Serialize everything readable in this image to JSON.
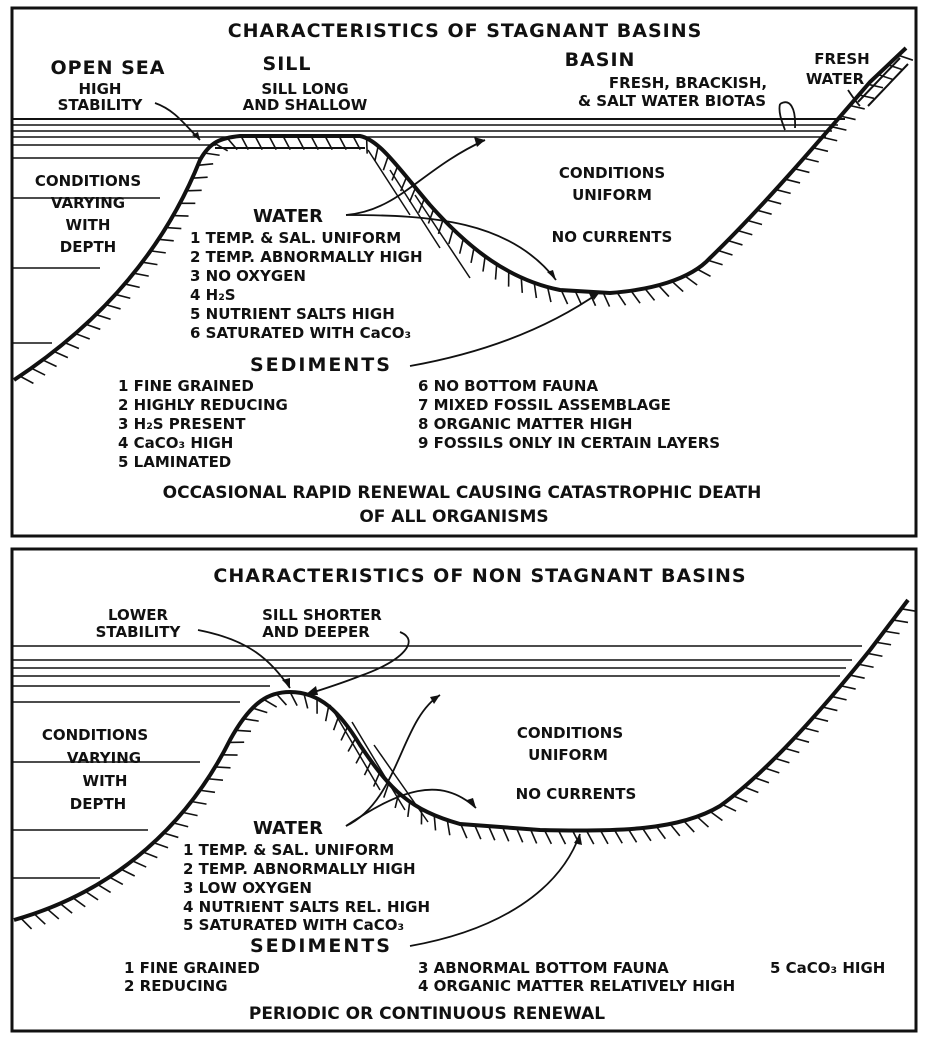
{
  "top": {
    "title": "CHARACTERISTICS OF STAGNANT BASINS",
    "heading_open_sea": "OPEN SEA",
    "heading_sill": "SILL",
    "heading_basin": "BASIN",
    "label_fresh_water": [
      "FRESH",
      "WATER"
    ],
    "label_high_stability": [
      "HIGH",
      "STABILITY"
    ],
    "label_sill_long": [
      "SILL LONG",
      "AND SHALLOW"
    ],
    "label_biotas": [
      "FRESH, BRACKISH,",
      "& SALT WATER BIOTAS"
    ],
    "label_conditions_varying": [
      "CONDITIONS",
      "VARYING",
      "WITH",
      "DEPTH"
    ],
    "label_conditions_uniform": [
      "CONDITIONS",
      "UNIFORM"
    ],
    "label_no_currents": "NO CURRENTS",
    "water_heading": "WATER",
    "water_items": [
      "1 TEMP. & SAL. UNIFORM",
      "2 TEMP. ABNORMALLY HIGH",
      "3 NO OXYGEN",
      "4 H₂S",
      "5 NUTRIENT SALTS HIGH",
      "6 SATURATED WITH CaCO₃"
    ],
    "sediments_heading": "SEDIMENTS",
    "sediments_col1": [
      "1 FINE GRAINED",
      "2 HIGHLY REDUCING",
      "3 H₂S PRESENT",
      "4 CaCO₃ HIGH",
      "5 LAMINATED"
    ],
    "sediments_col2": [
      "6 NO BOTTOM FAUNA",
      "7 MIXED FOSSIL ASSEMBLAGE",
      "8 ORGANIC MATTER HIGH",
      "9 FOSSILS ONLY IN CERTAIN LAYERS"
    ],
    "footer": [
      "OCCASIONAL RAPID RENEWAL CAUSING CATASTROPHIC DEATH",
      "OF ALL ORGANISMS"
    ]
  },
  "bottom": {
    "title": "CHARACTERISTICS OF NON STAGNANT BASINS",
    "label_lower_stability": [
      "LOWER",
      "STABILITY"
    ],
    "label_sill_shorter": [
      "SILL SHORTER",
      "AND DEEPER"
    ],
    "label_conditions_varying": [
      "CONDITIONS",
      "VARYING",
      "WITH",
      "DEPTH"
    ],
    "label_conditions_uniform": [
      "CONDITIONS",
      "UNIFORM"
    ],
    "label_no_currents": "NO CURRENTS",
    "water_heading": "WATER",
    "water_items": [
      "1 TEMP. & SAL. UNIFORM",
      "2 TEMP. ABNORMALLY HIGH",
      "3 LOW OXYGEN",
      "4 NUTRIENT SALTS REL. HIGH",
      "5 SATURATED WITH CaCO₃"
    ],
    "sediments_heading": "SEDIMENTS",
    "sediments_col1": [
      "1 FINE GRAINED",
      "2 REDUCING"
    ],
    "sediments_col2": [
      "3 ABNORMAL BOTTOM FAUNA",
      "4 ORGANIC MATTER RELATIVELY HIGH"
    ],
    "sediments_col3": [
      "5 CaCO₃ HIGH"
    ],
    "footer": "PERIODIC OR CONTINUOUS RENEWAL"
  }
}
